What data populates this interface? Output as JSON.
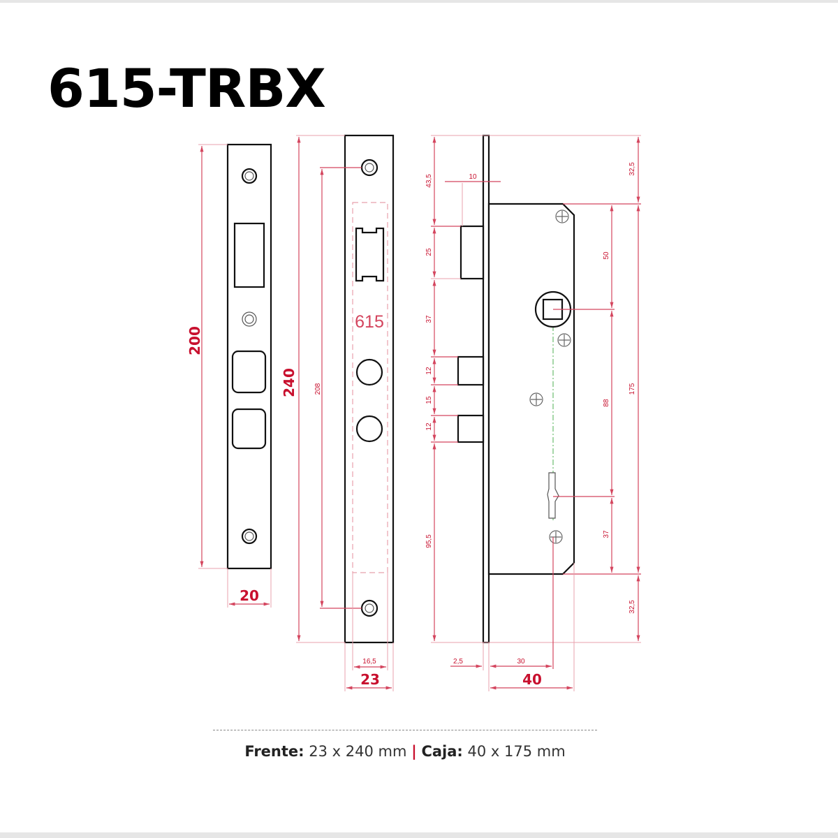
{
  "title": "615-TRBX",
  "strike_plate": {
    "height_label": "200",
    "width_label": "20"
  },
  "faceplate": {
    "model_marking": "615",
    "height_label": "240",
    "hole_spacing_label": "208",
    "inner_width_label": "16,5",
    "width_label": "23"
  },
  "side_view": {
    "left_dims": [
      "43,5",
      "25",
      "37",
      "12",
      "15",
      "12",
      "95,5"
    ],
    "latch_projection_label": "10",
    "right_inner_dims": [
      "50",
      "88",
      "37"
    ],
    "right_outer_dims": [
      "32,5",
      "175",
      "32,5"
    ],
    "plate_thickness_label": "2,5",
    "backset_label": "30",
    "case_depth_label": "40"
  },
  "footer": {
    "front_label": "Frente:",
    "front_value": "23 x 240 mm",
    "separator": "|",
    "case_label": "Caja:",
    "case_value": "40 x 175 mm"
  },
  "colors": {
    "dimension": "#c8102e",
    "outline": "#111111"
  }
}
